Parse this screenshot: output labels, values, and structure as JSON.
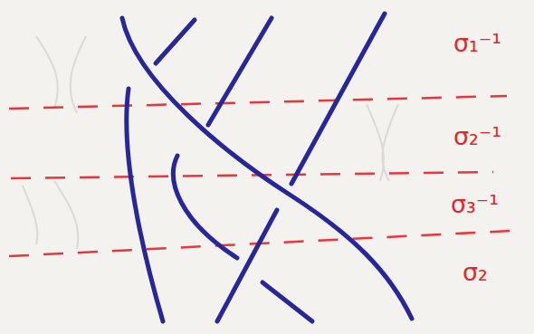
{
  "diagram": {
    "labels": [
      "σ₁⁻¹",
      "σ₂⁻¹",
      "σ₃⁻¹",
      "σ₂"
    ]
  }
}
